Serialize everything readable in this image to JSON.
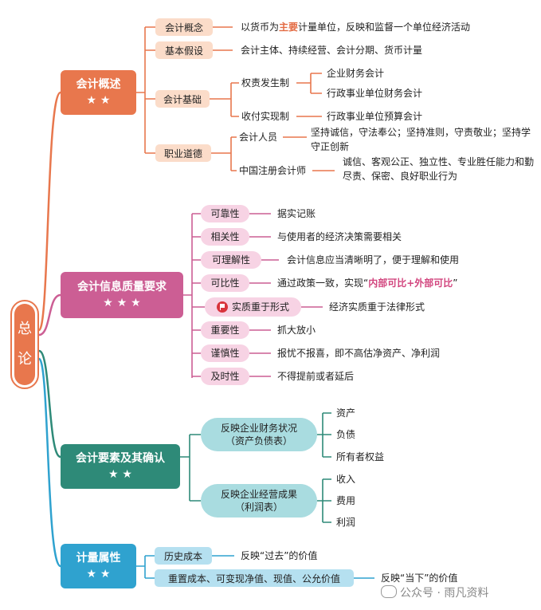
{
  "root": {
    "char1": "总",
    "char2": "论"
  },
  "branches": {
    "overview": {
      "title": "会计概述",
      "stars": "★ ★",
      "concept": {
        "label": "会计概念",
        "desc_pre": "以货币为",
        "desc_hl": "主要",
        "desc_post": "计量单位，反映和监督一个单位经济活动"
      },
      "assumption": {
        "label": "基本假设",
        "desc": "会计主体、持续经营、会计分期、货币计量"
      },
      "basis": {
        "label": "会计基础",
        "accrual": {
          "label": "权责发生制",
          "items": [
            "企业财务会计",
            "行政事业单位财务会计"
          ]
        },
        "cash": {
          "label": "收付实现制",
          "items": [
            "行政事业单位预算会计"
          ]
        }
      },
      "ethics": {
        "label": "职业道德",
        "accountant": {
          "label": "会计人员",
          "desc_line1": "坚持诚信，守法奉公；坚持准则，守责敬业；坚持学",
          "desc_line2": "守正创新"
        },
        "cpa": {
          "label": "中国注册会计师",
          "desc_line1": "诚信、客观公正、独立性、专业胜任能力和勤",
          "desc_line2": "尽责、保密、良好职业行为"
        }
      }
    },
    "quality": {
      "title": "会计信息质量要求",
      "stars": "★ ★ ★",
      "items": [
        {
          "label": "可靠性",
          "desc": "据实记账"
        },
        {
          "label": "相关性",
          "desc": "与使用者的经济决策需要相关"
        },
        {
          "label": "可理解性",
          "desc": "会计信息应当清晰明了，便于理解和使用"
        },
        {
          "label": "可比性",
          "desc_pre": "通过政策一致，实现“",
          "desc_hl": "内部可比+外部可比",
          "desc_post": "”"
        },
        {
          "label": "实质重于形式",
          "desc": "经济实质重于法律形式"
        },
        {
          "label": "重要性",
          "desc": "抓大放小"
        },
        {
          "label": "谨慎性",
          "desc": "报忧不报喜，即不高估净资产、净利润"
        },
        {
          "label": "及时性",
          "desc": "不得提前或者延后"
        }
      ]
    },
    "elements": {
      "title": "会计要素及其确认",
      "stars": "★ ★",
      "financial": {
        "line1": "反映企业财务状况",
        "line2": "（资产负债表）",
        "items": [
          "资产",
          "负债",
          "所有者权益"
        ]
      },
      "operating": {
        "line1": "反映企业经营成果",
        "line2": "（利润表）",
        "items": [
          "收入",
          "费用",
          "利润"
        ]
      }
    },
    "measurement": {
      "title": "计量属性",
      "stars": "★ ★",
      "historical": {
        "label": "历史成本",
        "desc": "反映“过去”的价值"
      },
      "current": {
        "label": "重置成本、可变现净值、现值、公允价值",
        "desc": "反映“当下”的价值"
      }
    }
  },
  "watermark": "公众号 · 雨凡资料",
  "colors": {
    "orange": "#e8774d",
    "orange_light": "#fbdcc9",
    "pink": "#cc5e94",
    "pink_light": "#f7d3e4",
    "teal": "#2e8a78",
    "teal_light": "#a9dce0",
    "blue": "#2fa2cf",
    "blue_light": "#b5e0f0"
  }
}
